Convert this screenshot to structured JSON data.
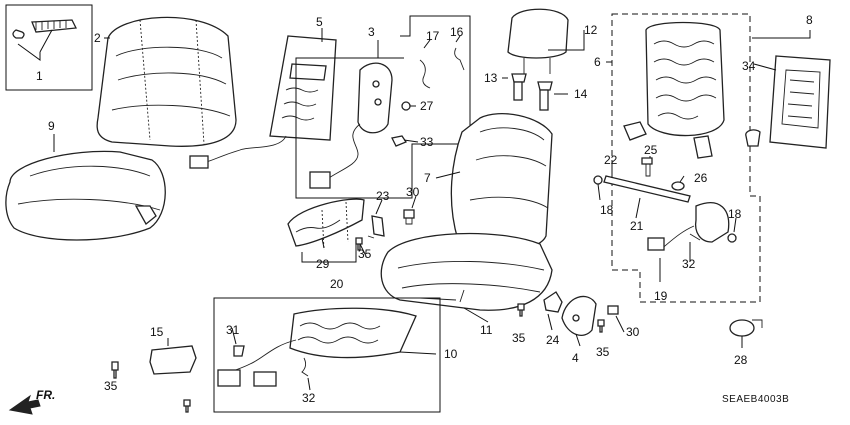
{
  "diagram_code": "SEAEB4003B",
  "direction_label": "FR.",
  "callouts": [
    "1",
    "2",
    "3",
    "5",
    "8",
    "9",
    "12",
    "6",
    "34",
    "13",
    "14",
    "16",
    "17",
    "27",
    "33",
    "7",
    "22",
    "25",
    "26",
    "18",
    "21",
    "30",
    "23",
    "29",
    "35",
    "20",
    "19",
    "32",
    "15",
    "31",
    "10",
    "11",
    "35",
    "24",
    "4",
    "30",
    "35",
    "28",
    "35",
    "32",
    "18"
  ]
}
